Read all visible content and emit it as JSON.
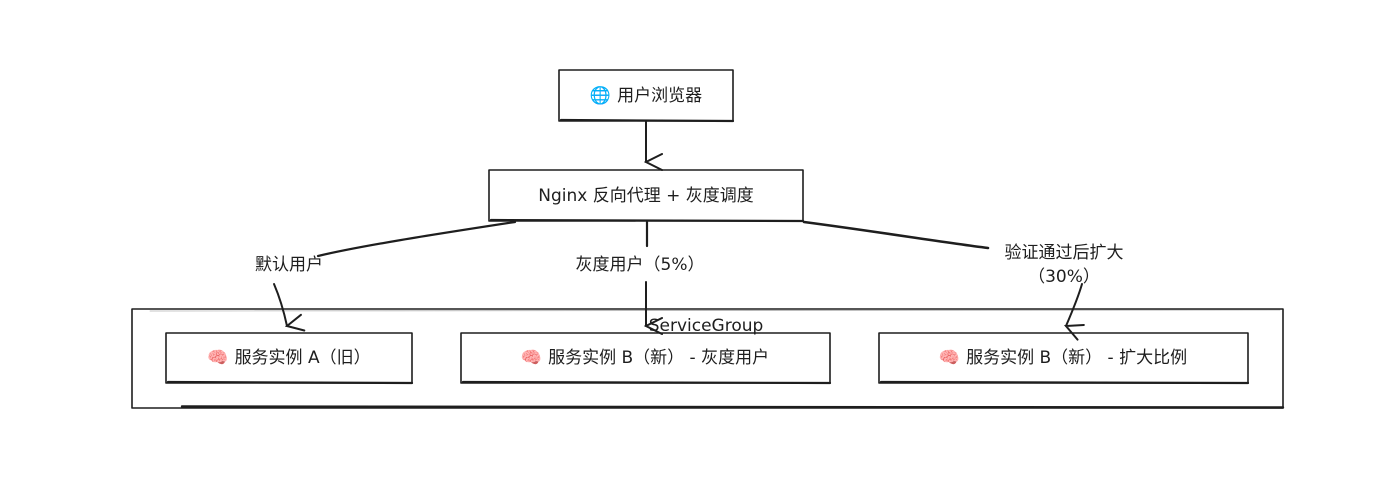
{
  "nodes": {
    "browser": {
      "icon": "globe-icon",
      "glyph": "🌐",
      "label": "用户浏览器"
    },
    "nginx": {
      "label": "Nginx 反向代理 + 灰度调度"
    },
    "instance_a": {
      "icon": "brain-icon",
      "glyph": "🧠",
      "label": "服务实例 A（旧）"
    },
    "instance_b_gray": {
      "icon": "brain-icon",
      "glyph": "🧠",
      "label": "服务实例 B（新） - 灰度用户"
    },
    "instance_b_expand": {
      "icon": "brain-icon",
      "glyph": "🧠",
      "label": "服务实例 B（新） - 扩大比例"
    }
  },
  "group": {
    "label": "ServiceGroup"
  },
  "edges": {
    "default_users": {
      "label": "默认用户"
    },
    "gray_users": {
      "label": "灰度用户（5%）"
    },
    "expand": {
      "label_line1": "验证通过后扩大",
      "label_line2": "（30%）"
    }
  }
}
